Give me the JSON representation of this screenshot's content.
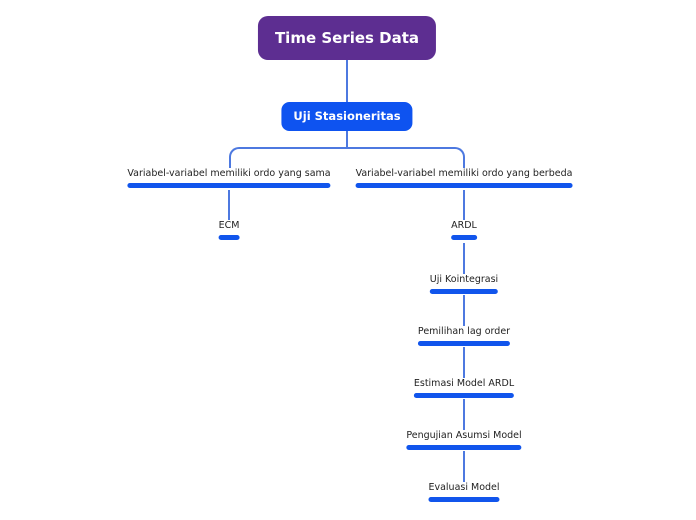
{
  "root": {
    "label": "Time Series Data"
  },
  "stationarity": {
    "label": "Uji Stasioneritas"
  },
  "branches": {
    "left": {
      "label": "Variabel-variabel memiliki ordo yang sama",
      "children": [
        {
          "label": "ECM"
        }
      ]
    },
    "right": {
      "label": "Variabel-variabel memiliki ordo yang berbeda",
      "children": [
        {
          "label": "ARDL"
        },
        {
          "label": "Uji Kointegrasi"
        },
        {
          "label": "Pemilihan lag order"
        },
        {
          "label": "Estimasi Model ARDL"
        },
        {
          "label": "Pengujian Asumsi Model"
        },
        {
          "label": "Evaluasi Model"
        }
      ]
    }
  },
  "colors": {
    "root_bg": "#5d2e91",
    "primary_node_bg": "#0e53f0",
    "underline": "#1155ec",
    "connector": "#4d79e0",
    "label_text": "#222222",
    "node_text": "#ffffff",
    "background": "#ffffff"
  }
}
